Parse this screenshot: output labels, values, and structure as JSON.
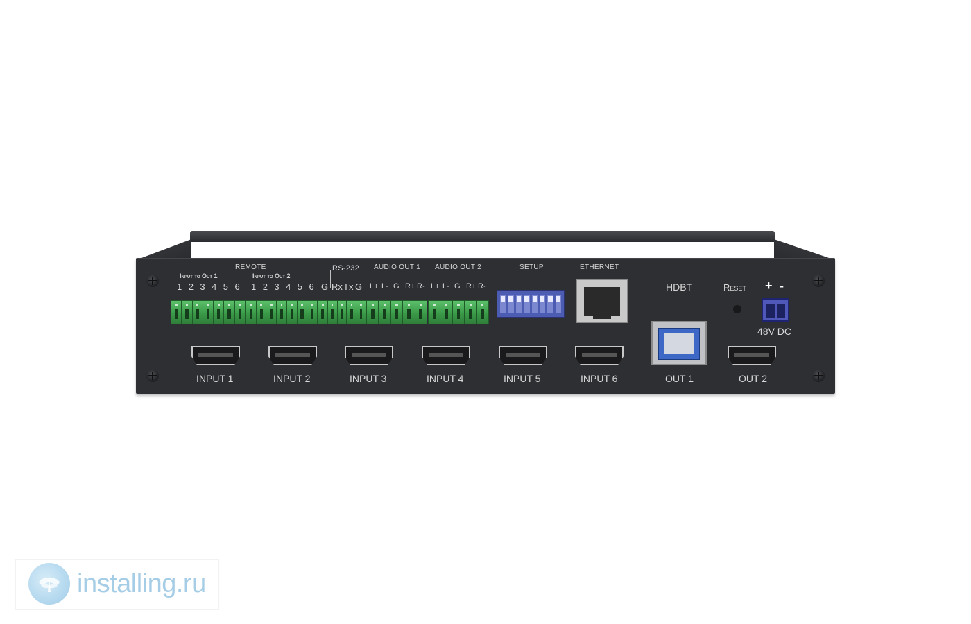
{
  "device": {
    "top_labels": {
      "remote": "REMOTE",
      "input_to_out_1": "Input to Out 1",
      "input_to_out_2": "Input to Out 2",
      "rs232": "RS-232",
      "audio_out_1": "AUDIO OUT 1",
      "audio_out_2": "AUDIO OUT 2",
      "setup": "SETUP",
      "ethernet": "ETHERNET",
      "hdbt": "HDBT",
      "reset": "Reset",
      "plus": "+",
      "minus": "-",
      "power": "48V DC"
    },
    "remote1_nums": [
      "1",
      "2",
      "3",
      "4",
      "5",
      "6"
    ],
    "remote2_nums": [
      "1",
      "2",
      "3",
      "4",
      "5",
      "6"
    ],
    "g_label": "G",
    "rs232_pins": [
      "Rx",
      "Tx",
      "G"
    ],
    "audio1_pins": [
      "L+",
      "L-",
      "G",
      "R+",
      "R-"
    ],
    "audio2_pins": [
      "L+",
      "L-",
      "G",
      "R+",
      "R-"
    ],
    "ports": [
      "INPUT 1",
      "INPUT 2",
      "INPUT 3",
      "INPUT 4",
      "INPUT 5",
      "INPUT 6",
      "OUT 1",
      "OUT 2"
    ]
  },
  "watermark": {
    "text": "installing.ru",
    "icon": "dragonfly-logo-icon"
  }
}
